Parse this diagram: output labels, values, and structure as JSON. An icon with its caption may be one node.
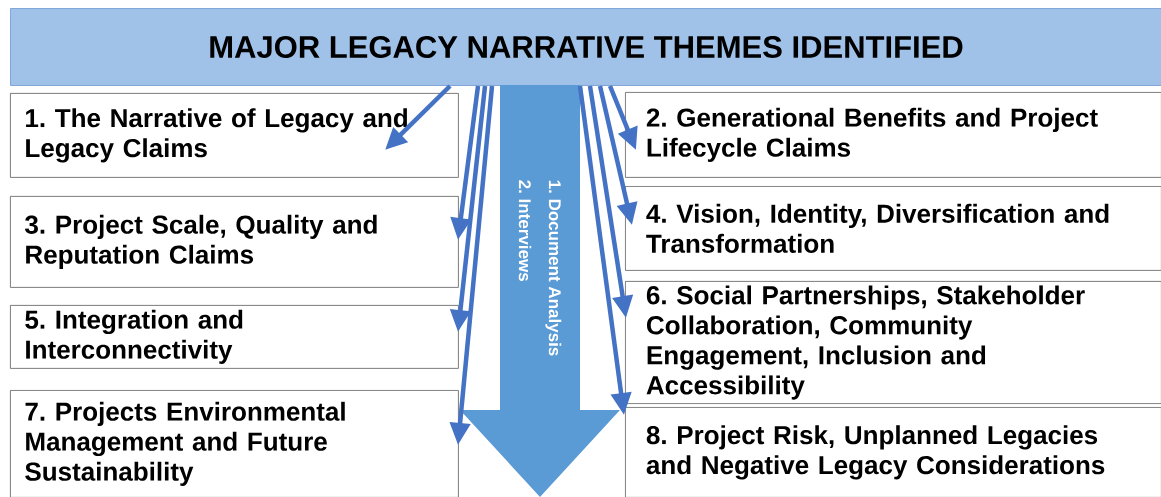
{
  "diagram": {
    "nodes": [
      {
        "text": [
          "MAJOR LEGACY NARRATIVE THEMES IDENTIFIED"
        ]
      },
      {
        "text": [
          "1. The Narrative of Legacy and Legacy Claims"
        ]
      },
      {
        "text": [
          "2. Generational Benefits and Project Lifecycle Claims"
        ]
      },
      {
        "text": [
          "3. Project Scale, Quality and Reputation Claims"
        ]
      },
      {
        "text": [
          "4. Vision, Identity, Diversification and Transformation"
        ]
      },
      {
        "text": [
          "5. Integration and Interconnectivity"
        ]
      },
      {
        "text": [
          "6. Social Partnerships, Stakeholder Collaboration, Community Engagement, Inclusion and Accessibility"
        ]
      },
      {
        "text": [
          "7. Projects Environmental Management and Future Sustainability"
        ]
      },
      {
        "text": [
          "8. Project Risk, Unplanned Legacies and Negative Legacy Considerations"
        ]
      },
      {
        "text": [
          "1. Document Analysis",
          "2. Interviews"
        ]
      }
    ],
    "edges": [
      {
        "from": 0,
        "to": 1,
        "arrow": "to"
      },
      {
        "from": 0,
        "to": 2,
        "arrow": "to"
      },
      {
        "from": 0,
        "to": 3,
        "arrow": "to"
      },
      {
        "from": 0,
        "to": 4,
        "arrow": "to"
      },
      {
        "from": 0,
        "to": 5,
        "arrow": "to"
      },
      {
        "from": 0,
        "to": 6,
        "arrow": "to"
      },
      {
        "from": 0,
        "to": 7,
        "arrow": "to"
      },
      {
        "from": 0,
        "to": 8,
        "arrow": "to"
      }
    ]
  }
}
